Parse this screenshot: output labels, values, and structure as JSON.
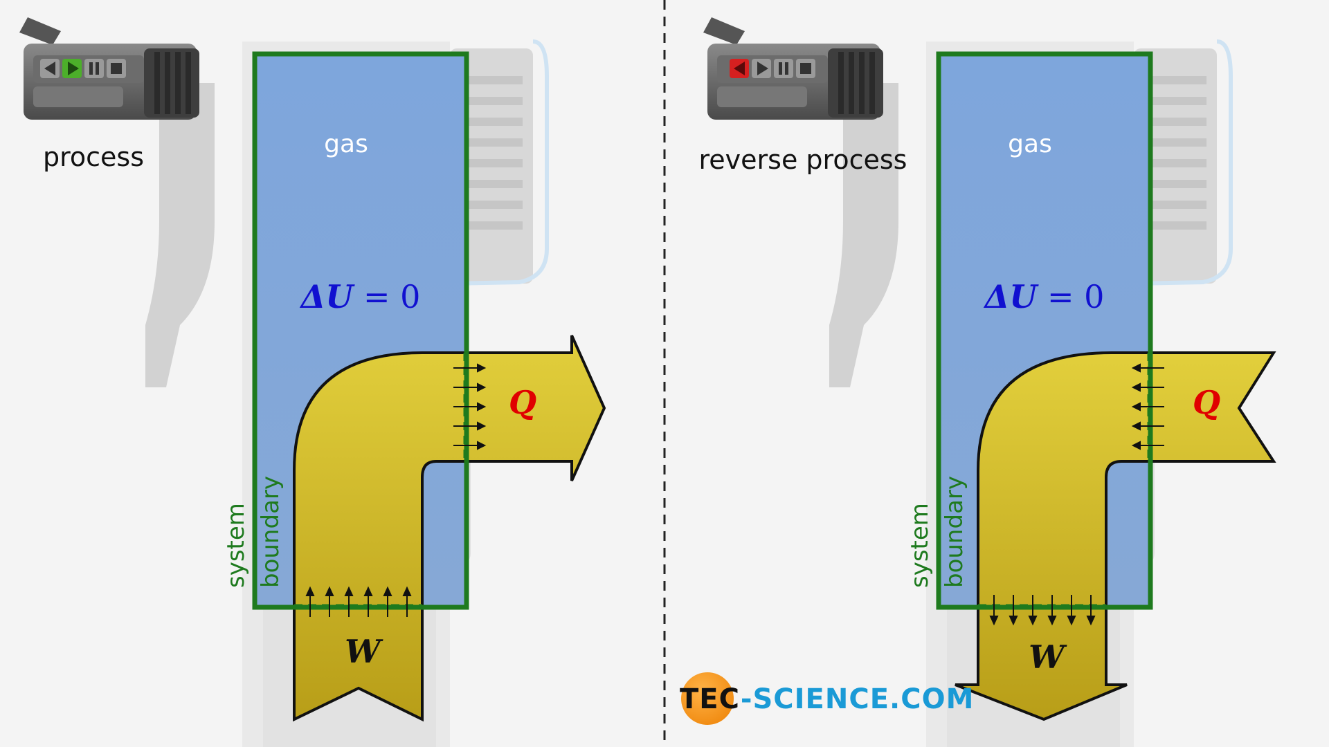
{
  "left_panel": {
    "camera": {
      "icon": "video-camera-icon",
      "active_control": "play",
      "active_color": "#4caf2a"
    },
    "caption": "process",
    "gas_label": "gas",
    "energy_equation": {
      "symbol": "ΔU",
      "rest": " = 0"
    },
    "heat_label": "Q",
    "work_label": "W",
    "boundary_label": [
      "system",
      "boundary"
    ],
    "heat_direction": "out of system",
    "work_direction": "into system"
  },
  "right_panel": {
    "camera": {
      "icon": "video-camera-icon",
      "active_control": "reverse",
      "active_color": "#d62020"
    },
    "caption": "reverse process",
    "gas_label": "gas",
    "energy_equation": {
      "symbol": "ΔU",
      "rest": " = 0"
    },
    "heat_label": "Q",
    "work_label": "W",
    "boundary_label": [
      "system",
      "boundary"
    ],
    "heat_direction": "into system",
    "work_direction": "out of system"
  },
  "logo": {
    "text_part1": "TEC",
    "text_part2": "-SCIENCE",
    "text_part3": ".COM",
    "icon": "orange-circle-logo-icon",
    "accent": "#f7941d",
    "brand": "#1a9ad6"
  },
  "colors": {
    "gas_fill": "#7fa6d8",
    "boundary": "#1e7a1e",
    "arrow_fill": "#c9b22a",
    "heat_label": "#e00000",
    "equation": "#1010d0",
    "divider": "#222222"
  }
}
